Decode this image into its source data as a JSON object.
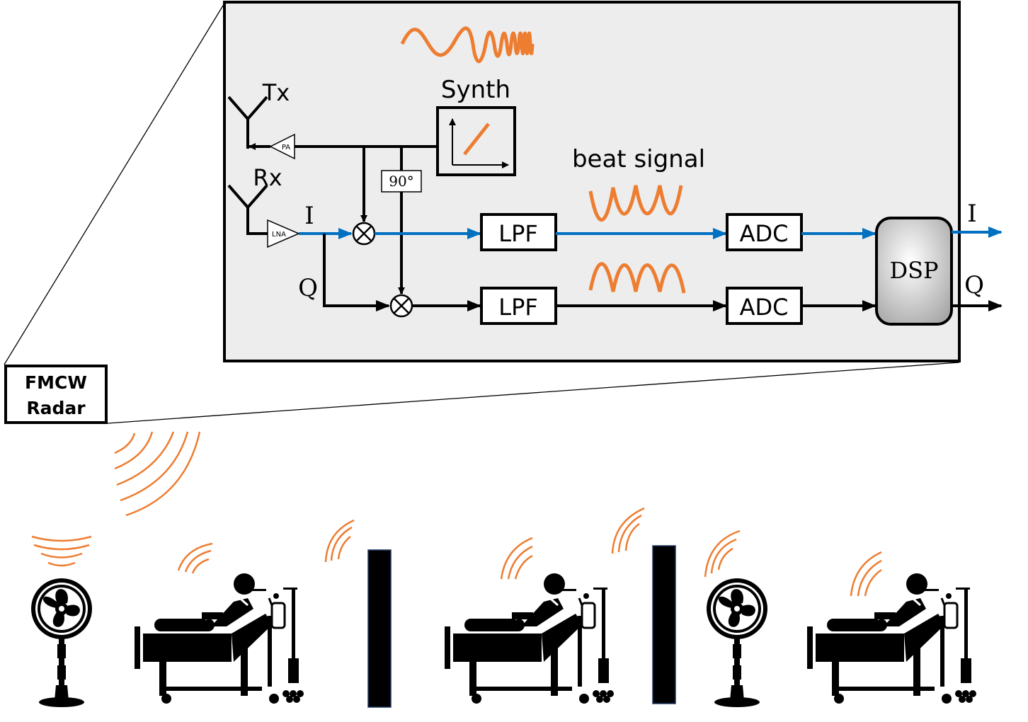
{
  "diagram": {
    "synth_label": "Synth",
    "tx_label": "Tx",
    "rx_label": "Rx",
    "pa_label": "PA",
    "lna_label": "LNA",
    "phase_label": "90°",
    "i_label_in": "I",
    "q_label_in": "Q",
    "lpf_i_label": "LPF",
    "lpf_q_label": "LPF",
    "beat_signal_label": "beat signal",
    "adc_i_label": "ADC",
    "adc_q_label": "ADC",
    "dsp_label": "DSP",
    "i_label_out": "I",
    "q_label_out": "Q"
  },
  "radar_box": {
    "line1": "FMCW",
    "line2": "Radar"
  },
  "colors": {
    "signal_wave": "#ED7D31",
    "i_path": "#0070C0",
    "panel_fill": "#EDEDED",
    "outline": "#000000"
  },
  "scene_icons": [
    "fan-icon",
    "patient-bed-icon",
    "wall-icon",
    "patient-bed-icon",
    "wall-icon",
    "fan-icon",
    "patient-bed-icon"
  ]
}
